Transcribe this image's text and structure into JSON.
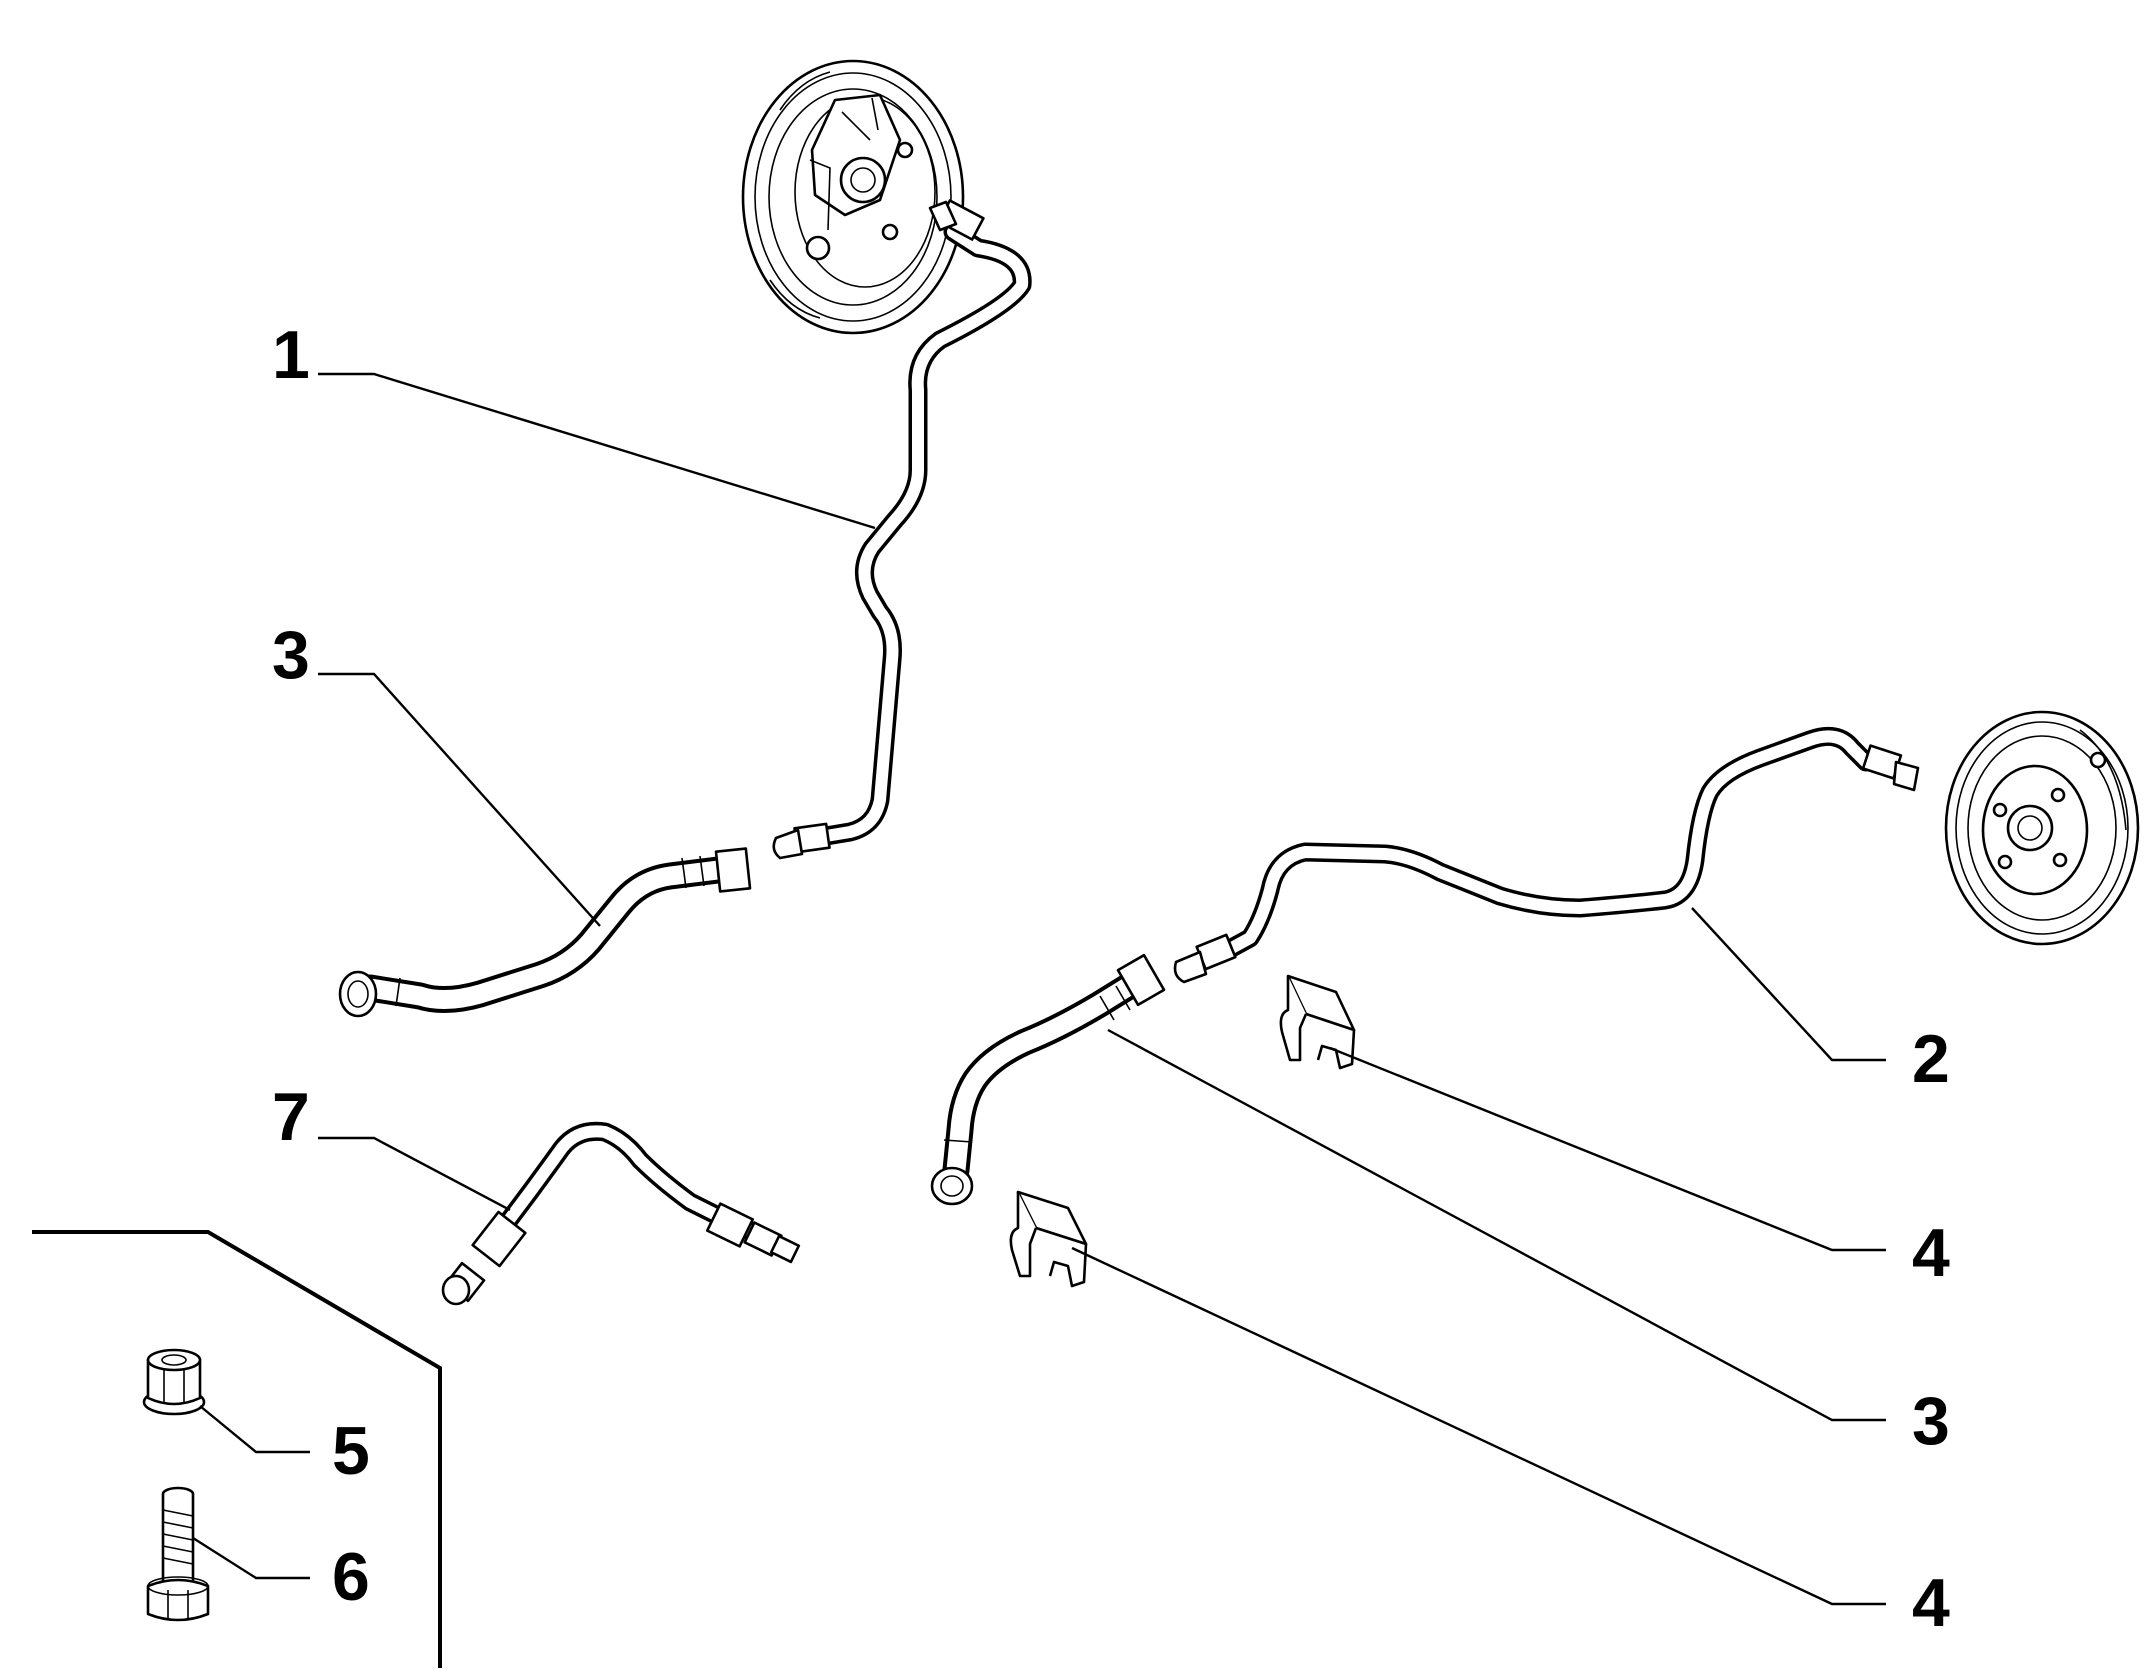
{
  "diagram": {
    "callouts": [
      {
        "id": "c1",
        "label": "1"
      },
      {
        "id": "c2",
        "label": "2"
      },
      {
        "id": "c3a",
        "label": "3"
      },
      {
        "id": "c3b",
        "label": "3"
      },
      {
        "id": "c4a",
        "label": "4"
      },
      {
        "id": "c4b",
        "label": "4"
      },
      {
        "id": "c5",
        "label": "5"
      },
      {
        "id": "c6",
        "label": "6"
      },
      {
        "id": "c7",
        "label": "7"
      }
    ],
    "colors": {
      "line": "#000000",
      "background": "#ffffff"
    }
  }
}
